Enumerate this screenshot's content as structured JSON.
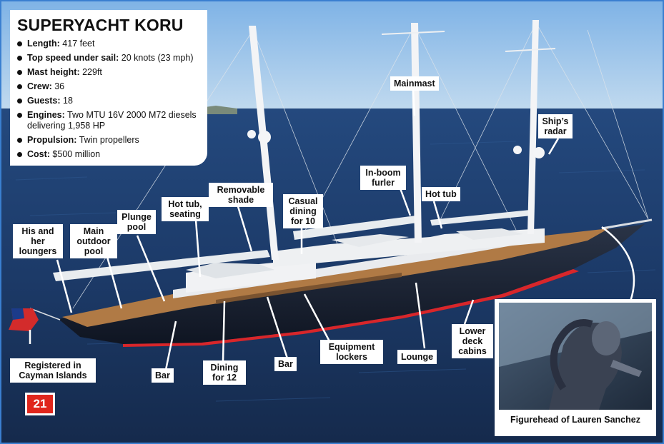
{
  "infobox": {
    "title": "SUPERYACHT KORU",
    "specs": [
      {
        "label": "Length:",
        "value": " 417 feet"
      },
      {
        "label": "Top speed under sail:",
        "value": " 20 knots (23 mph)"
      },
      {
        "label": "Mast height:",
        "value": " 229ft"
      },
      {
        "label": "Crew:",
        "value": " 36"
      },
      {
        "label": "Guests:",
        "value": " 18"
      },
      {
        "label": "Engines:",
        "value": " Two MTU 16V 2000 M72 diesels delivering 1,958 HP"
      },
      {
        "label": "Propulsion:",
        "value": " Twin propellers"
      },
      {
        "label": "Cost:",
        "value": " $500 million"
      }
    ]
  },
  "labels": {
    "mainmast": "Mainmast",
    "ships_radar": "Ship’s radar",
    "in_boom_furler": "In-boom furler",
    "removable_shade": "Removable shade",
    "hot_tub_seating": "Hot tub, seating",
    "casual_dining": "Casual dining for 10",
    "hot_tub": "Hot tub",
    "plunge_pool": "Plunge pool",
    "main_outdoor_pool": "Main outdoor pool",
    "his_and_her_loungers": "His and her loungers",
    "registered": "Registered in Cayman Islands",
    "bar_left": "Bar",
    "dining_for_12": "Dining for 12",
    "bar_mid": "Bar",
    "equipment_lockers": "Equipment lockers",
    "lounge": "Lounge",
    "lower_deck_cabins": "Lower deck cabins"
  },
  "inset": {
    "caption": "Figurehead of Lauren Sanchez"
  },
  "badge": "21",
  "colors": {
    "frame": "#3a7fd0",
    "sea": "#1d3a6b",
    "sky": "#9cc4e8",
    "hull": "#18202e",
    "waterline": "#d8262a",
    "deck": "#b07a45",
    "badge": "#e0261c"
  }
}
